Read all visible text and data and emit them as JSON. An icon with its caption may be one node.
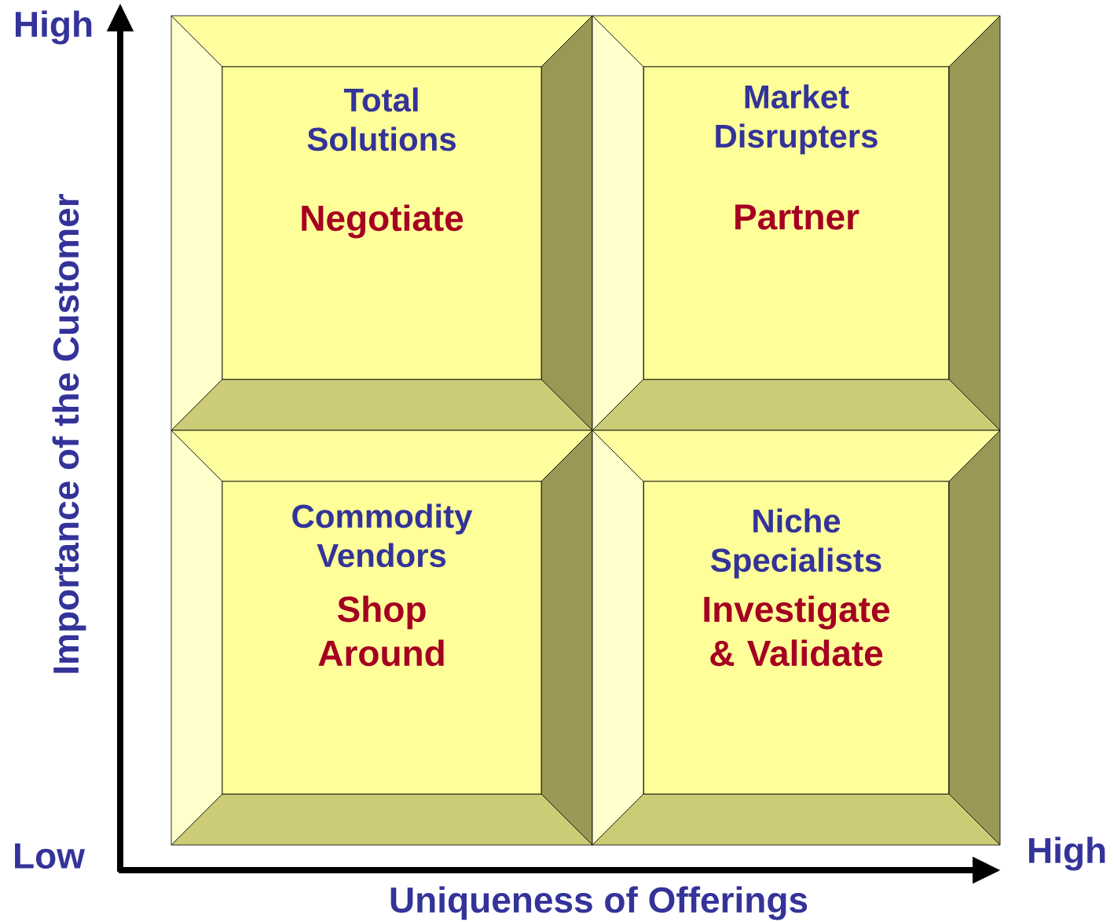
{
  "diagram": {
    "nodes": [
      {
        "text": [
          "Total Solutions",
          "Negotiate"
        ]
      },
      {
        "text": [
          "Market Disrupters",
          "Partner"
        ]
      },
      {
        "text": [
          "Commodity Vendors",
          "Shop Around"
        ]
      },
      {
        "text": [
          "Niche Specialists",
          "Investigate & Validate"
        ]
      }
    ],
    "edges": [],
    "labels": [
      "High",
      "Importance of the Customer",
      "Low",
      "High",
      "Uniqueness of Offerings"
    ]
  }
}
